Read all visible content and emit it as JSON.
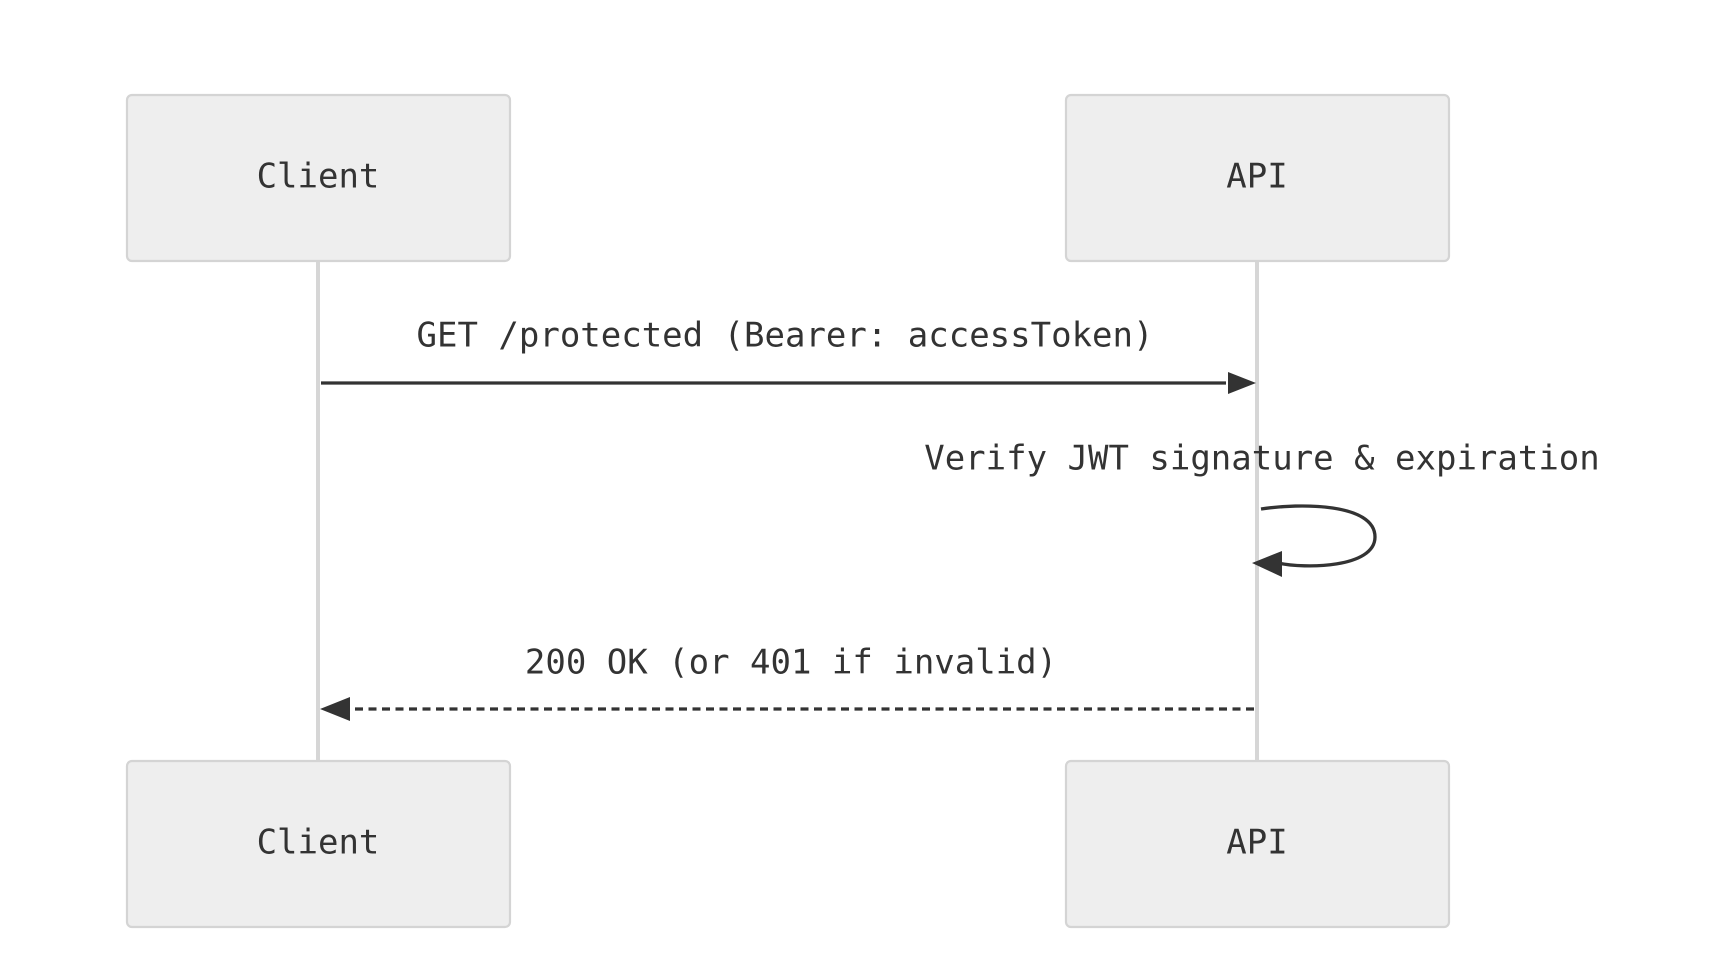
{
  "participants": {
    "client": {
      "label": "Client"
    },
    "api": {
      "label": "API"
    }
  },
  "messages": [
    {
      "from": "Client",
      "to": "API",
      "style": "solid",
      "label": "GET /protected (Bearer: accessToken)"
    },
    {
      "from": "API",
      "to": "API",
      "style": "solid",
      "label": "Verify JWT signature & expiration"
    },
    {
      "from": "API",
      "to": "Client",
      "style": "dashed",
      "label": "200 OK (or 401 if invalid)"
    }
  ],
  "colors": {
    "actor_fill": "#eeeeee",
    "actor_border": "#d4d4d4",
    "lifeline": "#d6d6d6",
    "message": "#333333",
    "text": "#333333"
  }
}
